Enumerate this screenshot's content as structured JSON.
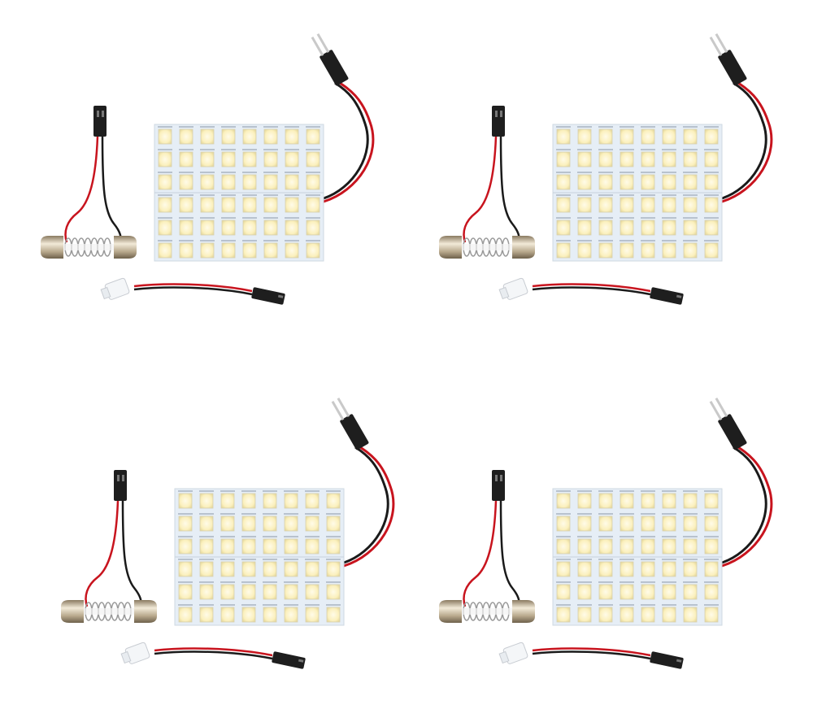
{
  "product": {
    "kit_count": 4,
    "panel_led_columns": 8,
    "panel_led_rows": 6,
    "kit_parts": [
      "led-panel",
      "festoon-adapter",
      "t10-wedge-adapter",
      "connector-cables"
    ]
  },
  "colors": {
    "background": "#ffffff",
    "board": "#e6eef6",
    "led": "#fbf3c8",
    "led_center": "#fffbe8",
    "wire_red": "#c8141e",
    "wire_black": "#1a1a1a",
    "plug": "#1e1e1e",
    "metal": "#b8a88c"
  }
}
